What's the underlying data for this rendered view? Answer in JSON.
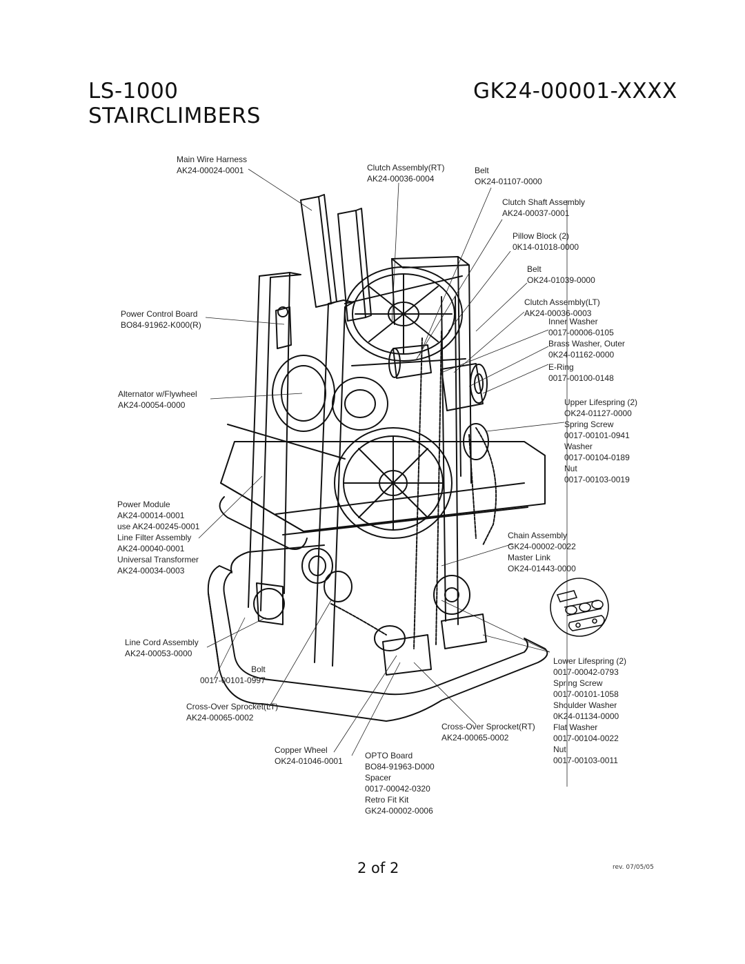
{
  "header": {
    "model": "LS-1000",
    "product": "STAIRCLIMBERS",
    "kit_number": "GK24-00001-XXXX"
  },
  "labels": {
    "main_wire_harness": [
      "Main Wire Harness",
      "AK24-00024-0001"
    ],
    "clutch_assembly_rt": [
      "Clutch Assembly(RT)",
      "AK24-00036-0004"
    ],
    "belt_top": [
      "Belt",
      "OK24-01107-0000"
    ],
    "clutch_shaft_assembly": [
      "Clutch Shaft Assembly",
      "AK24-00037-0001"
    ],
    "pillow_block": [
      "Pillow Block (2)",
      "0K14-01018-0000"
    ],
    "belt_mid": [
      "Belt",
      "OK24-01039-0000"
    ],
    "clutch_assembly_lt": [
      "Clutch Assembly(LT)",
      "AK24-00036-0003"
    ],
    "washers_ering": [
      "Inner Washer",
      "0017-00006-0105",
      "Brass Washer, Outer",
      "0K24-01162-0000",
      "E-Ring",
      "0017-00100-0148"
    ],
    "power_control_board": [
      "Power Control Board",
      "BO84-91962-K000(R)"
    ],
    "alternator": [
      "Alternator w/Flywheel",
      "AK24-00054-0000"
    ],
    "upper_lifespring": [
      "Upper Lifespring (2)",
      "OK24-01127-0000",
      "Spring Screw",
      "0017-00101-0941",
      "Washer",
      "0017-00104-0189",
      "Nut",
      "0017-00103-0019"
    ],
    "power_module": [
      "Power Module",
      "AK24-00014-0001",
      "use AK24-00245-0001",
      "Line Filter Assembly",
      "AK24-00040-0001",
      "Universal Transformer",
      "AK24-00034-0003"
    ],
    "chain_assembly": [
      "Chain Assembly",
      "GK24-00002-0022",
      "Master Link",
      "OK24-01443-0000"
    ],
    "line_cord_assembly": [
      "Line Cord Assembly",
      "AK24-00053-0000"
    ],
    "bolt": [
      "Bolt",
      "0017-00101-0997"
    ],
    "lower_lifespring": [
      "Lower Lifespring (2)",
      "0017-00042-0793",
      "Spring Screw",
      "0017-00101-1058",
      "Shoulder Washer",
      "0K24-01134-0000",
      "Flat Washer",
      "0017-00104-0022",
      "Nut",
      "0017-00103-0011"
    ],
    "cross_over_sprocket_lt": [
      "Cross-Over Sprocket(LT)",
      "AK24-00065-0002"
    ],
    "cross_over_sprocket_rt": [
      "Cross-Over Sprocket(RT)",
      "AK24-00065-0002"
    ],
    "copper_wheel": [
      "Copper Wheel",
      "OK24-01046-0001"
    ],
    "opto_board": [
      "OPTO Board",
      "BO84-91963-D000",
      "Spacer",
      "0017-00042-0320",
      "Retro Fit Kit",
      "GK24-00002-0006"
    ]
  },
  "footer": {
    "page": "2 of 2",
    "revision": "rev. 07/05/05"
  }
}
